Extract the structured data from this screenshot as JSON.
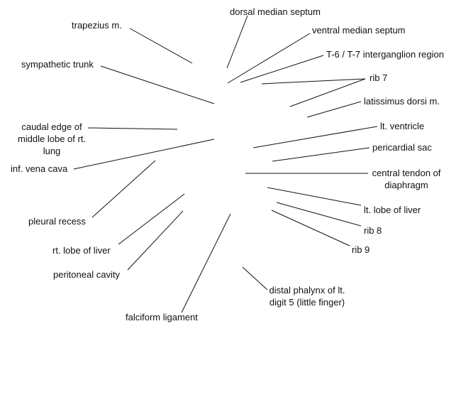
{
  "colors": {
    "line": "#111111",
    "text": "#111111",
    "background": "#ffffff"
  },
  "labels": {
    "trapezius": "trapezius m.",
    "dorsal_median_septum": "dorsal median septum",
    "ventral_median_septum": "ventral median septum",
    "t6_t7": "T-6 / T-7 interganglion region",
    "sympathetic_trunk": "sympathetic trunk",
    "rib7": "rib 7",
    "latissimus": "latissimus dorsi m.",
    "caudal_edge": "caudal edge of middle lobe of rt. lung",
    "lt_ventricle": "lt. ventricle",
    "pericardial_sac": "pericardial sac",
    "inf_vena_cava": "inf. vena cava",
    "central_tendon": "central tendon of diaphragm",
    "lt_lobe_liver": "lt. lobe of liver",
    "pleural_recess": "pleural recess",
    "rib8": "rib 8",
    "rt_lobe_liver": "rt. lobe of liver",
    "rib9": "rib 9",
    "peritoneal_cavity": "peritoneal cavity",
    "distal_phalynx": "distal phalynx of lt. digit 5 (little finger)",
    "falciform": "falciform ligament"
  }
}
